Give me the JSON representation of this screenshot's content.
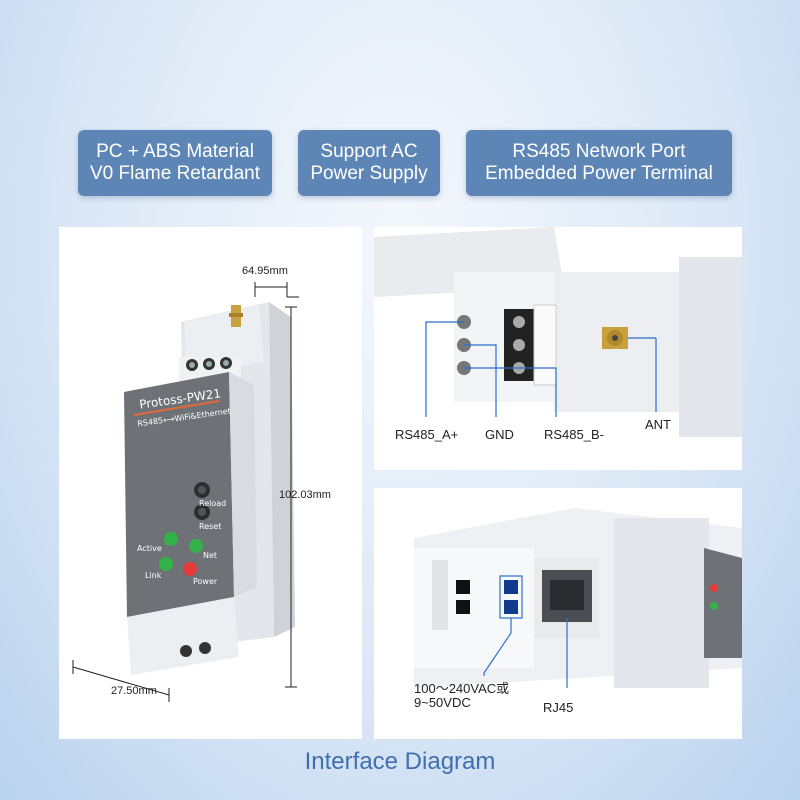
{
  "badges": [
    {
      "line1": "PC + ABS Material",
      "line2": "V0 Flame Retardant"
    },
    {
      "line1": "Support AC",
      "line2": "Power Supply"
    },
    {
      "line1": "RS485 Network Port",
      "line2": "Embedded Power Terminal"
    }
  ],
  "left_panel": {
    "brand": "Protoss-PW21",
    "subtitle": "RS485⟷WiFi&Ethernet",
    "width_dim": "64.95mm",
    "height_dim": "102.03mm",
    "depth_dim": "27.50mm",
    "buttons": {
      "reload": "Reload",
      "reset": "Reset"
    },
    "leds": {
      "active": "Active",
      "net": "Net",
      "link": "Link",
      "power": "Power"
    }
  },
  "top_right": {
    "labels": {
      "rs485_a": "RS485_A+",
      "gnd": "GND",
      "rs485_b": "RS485_B-",
      "ant": "ANT"
    }
  },
  "bottom_right": {
    "power_line1": "100～240VAC或",
    "power_line2": "9~50VDC",
    "rj45": "RJ45"
  },
  "footer": "Interface Diagram",
  "colors": {
    "badge": "#5d86b6",
    "label_blue": "#3f6fae",
    "line": "#2a6fc9"
  }
}
